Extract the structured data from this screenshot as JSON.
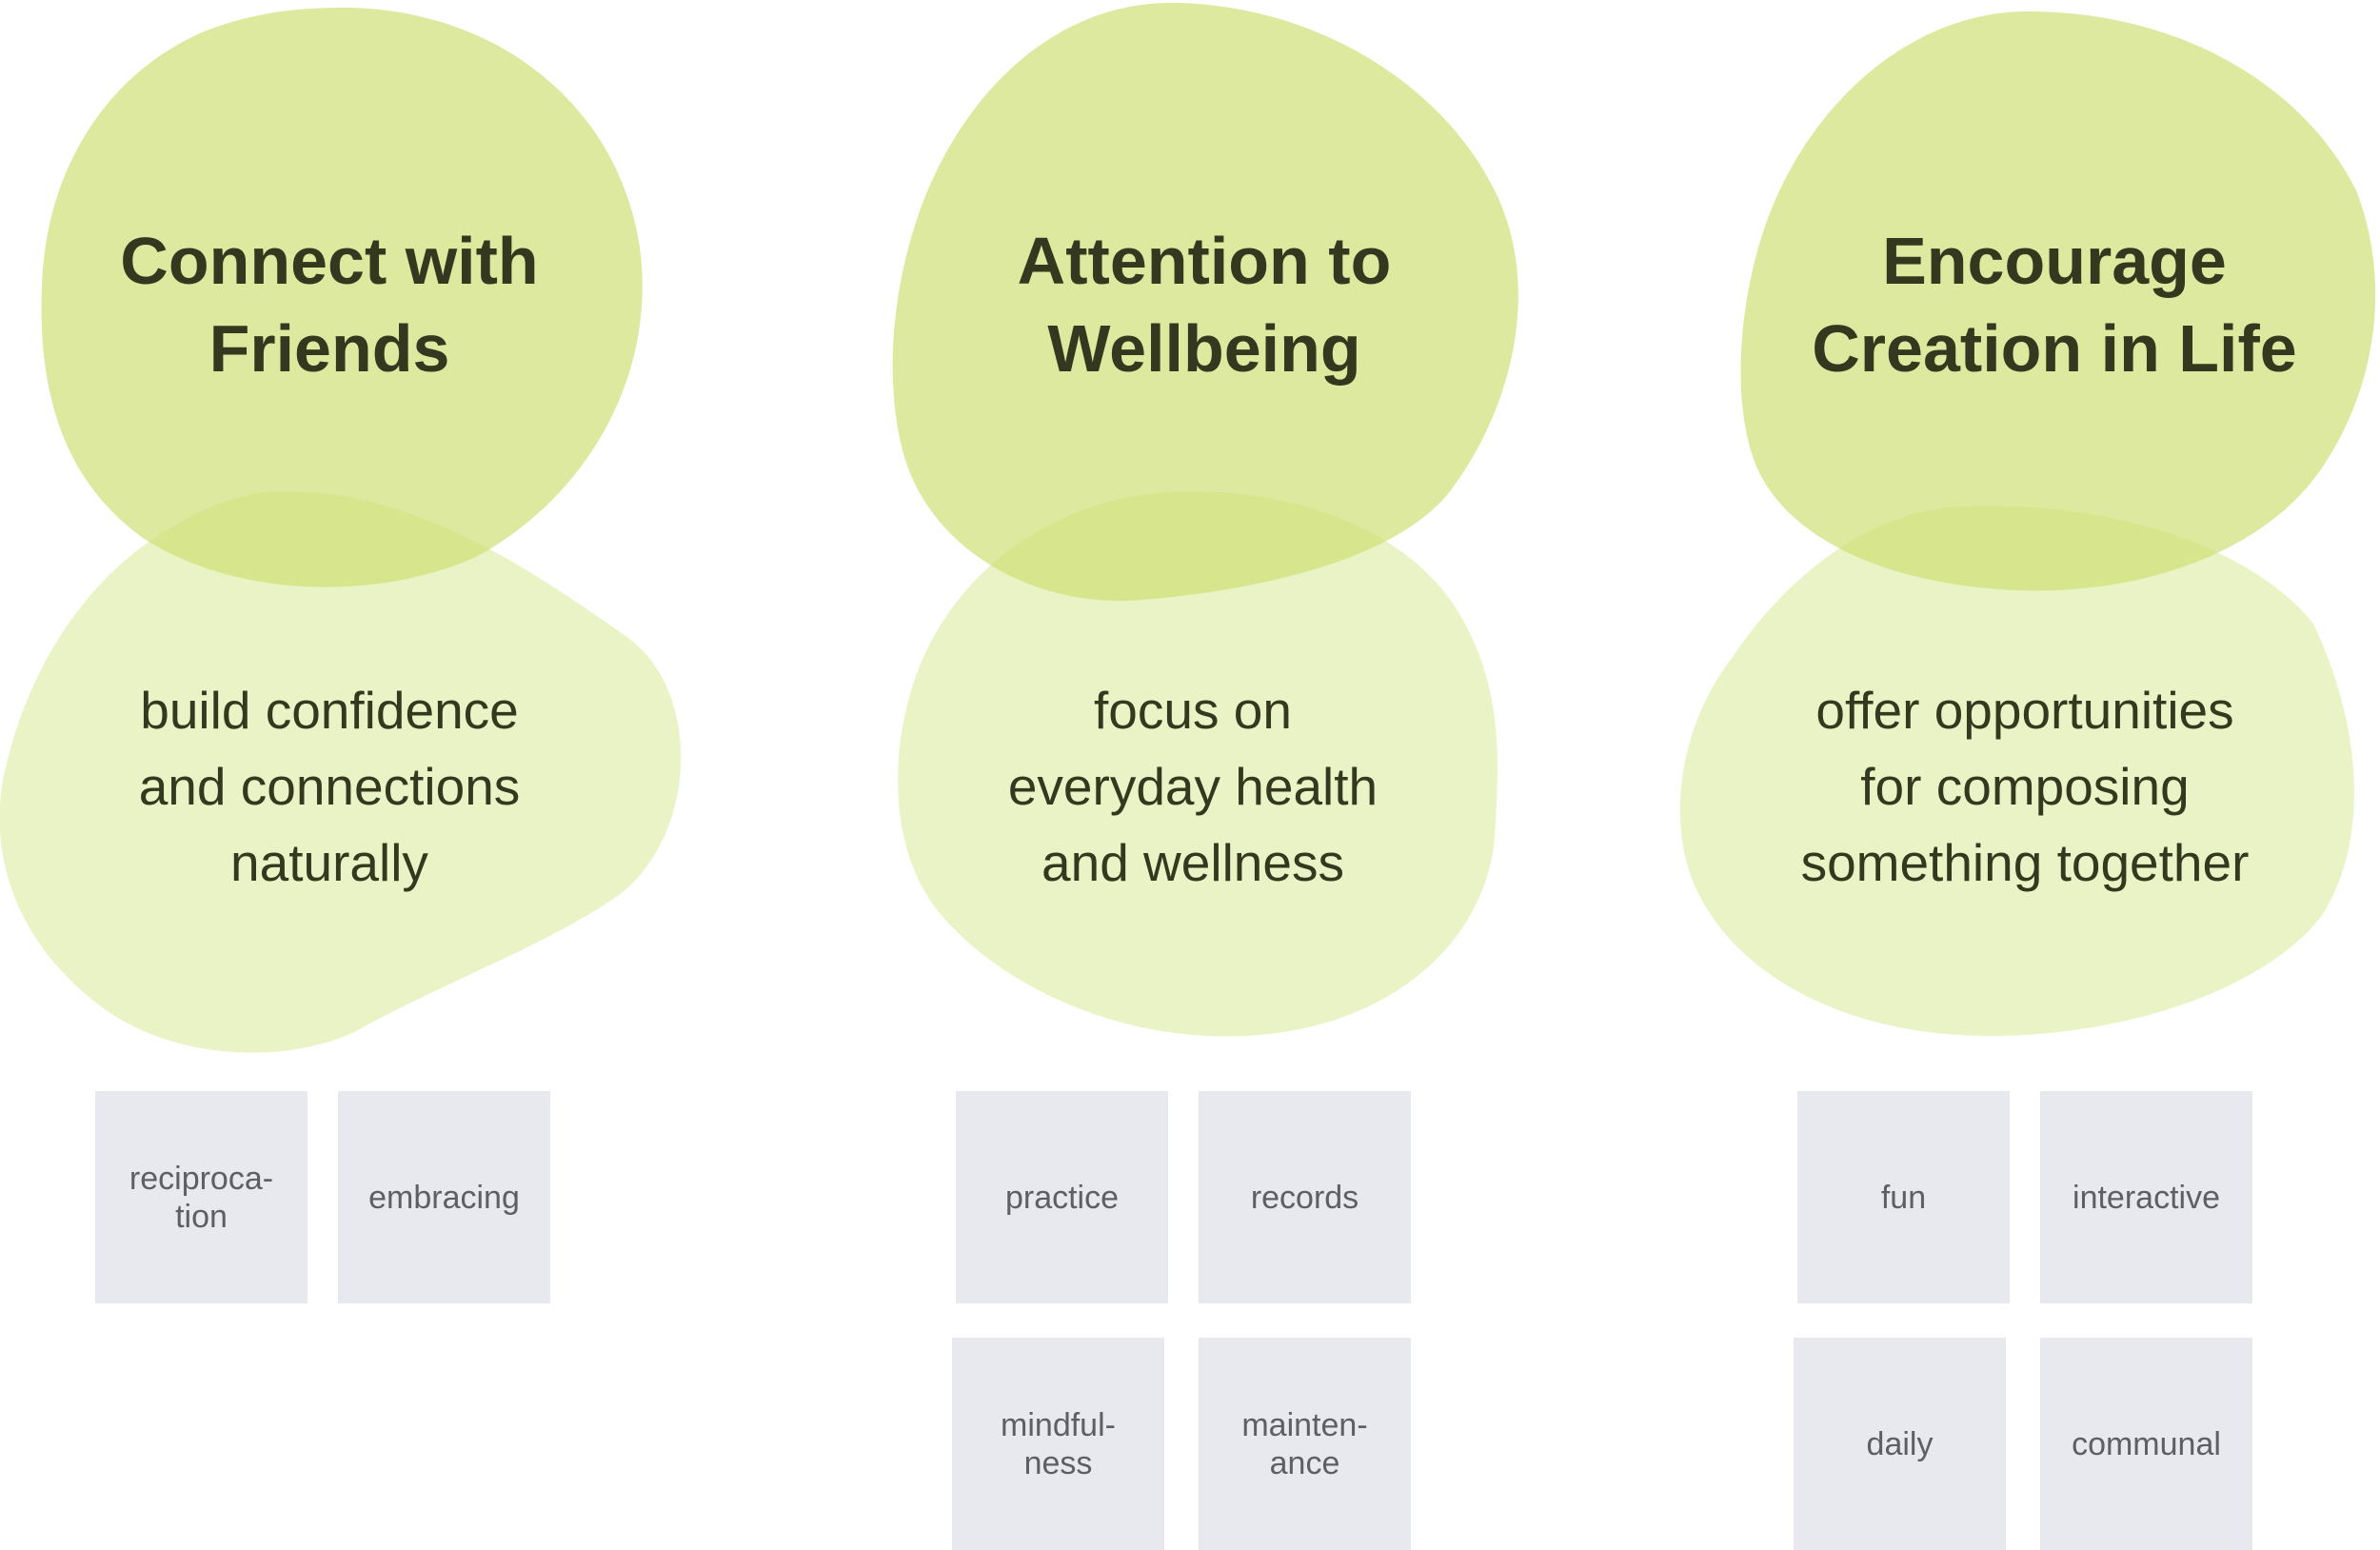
{
  "colors": {
    "title_blob": "#d4e37f",
    "subtitle_blob": "#e3efb1",
    "tag_bg": "#e8e9ee",
    "title_text": "#33381f",
    "tag_text": "#5d5f66"
  },
  "columns": [
    {
      "title": "Connect with\nFriends",
      "subtitle": "build confidence\nand connections\nnaturally",
      "tags": [
        "reciproca-\ntion",
        "embracing"
      ]
    },
    {
      "title": "Attention to\nWellbeing",
      "subtitle": "focus on\neveryday health\nand wellness",
      "tags": [
        "practice",
        "records",
        "mindful-\nness",
        "mainten-\nance"
      ]
    },
    {
      "title": "Encourage\nCreation in Life",
      "subtitle": "offer opportunities\nfor composing\nsomething together",
      "tags": [
        "fun",
        "interactive",
        "daily",
        "communal"
      ]
    }
  ]
}
